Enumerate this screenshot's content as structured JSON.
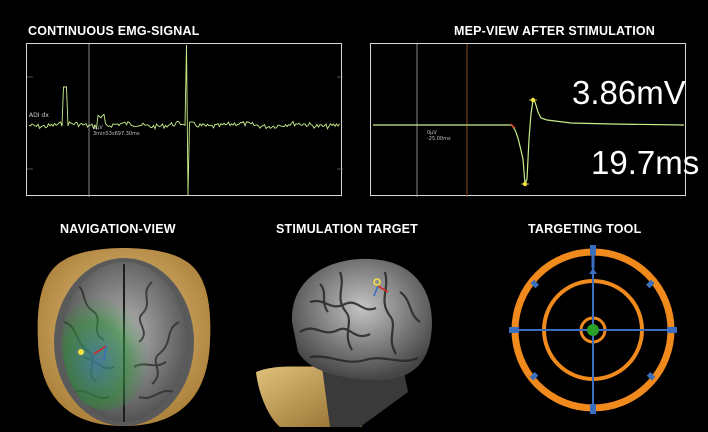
{
  "emg_panel": {
    "title": "CONTINUOUS EMG-SIGNAL",
    "channel_label": "ADI dx",
    "readout_line1": "1µV",
    "readout_line2": "3min53s697.30ms"
  },
  "mep_panel": {
    "title": "MEP-VIEW AFTER STIMULATION",
    "readout_line1": "0µV",
    "readout_line2": "-25.00ms",
    "amplitude": "3.86mV",
    "latency": "19.7ms"
  },
  "navigation_view": {
    "title": "NAVIGATION-VIEW"
  },
  "stimulation_target": {
    "title": "STIMULATION TARGET"
  },
  "targeting_tool": {
    "title": "TARGETING TOOL"
  },
  "colors": {
    "signal": "#c8ee8a",
    "marker_yellow": "#f0e040",
    "cursor_orange": "#8a4a20",
    "ring_orange": "#f08a1c",
    "crosshair_blue": "#3a6fc0",
    "center_green": "#2aa02a",
    "skin_tan": "#d9b46a"
  }
}
